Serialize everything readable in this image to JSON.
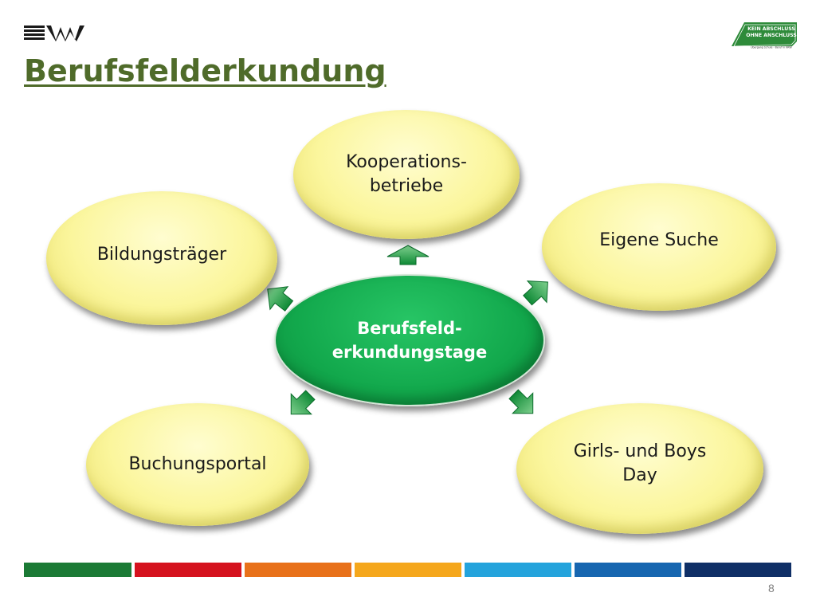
{
  "slide": {
    "title": "Berufsfelderkundung",
    "page_number": "8"
  },
  "logos": {
    "left_icon": "organization-logo-icon",
    "right_icon": "kein-abschluss-ohne-anschluss-logo-icon",
    "right_line1": "KEIN ABSCHLUSS",
    "right_line2": "OHNE ANSCHLUSS",
    "right_tagline": "Übergang Schule - Beruf in NRW"
  },
  "diagram": {
    "center": {
      "label": "Berufsfeld-\nerkundungstage"
    },
    "nodes": [
      {
        "id": "kooperationsbetriebe",
        "label": "Kooperations-\nbetriebe"
      },
      {
        "id": "eigene-suche",
        "label": "Eigene Suche"
      },
      {
        "id": "girls-boys-day",
        "label": "Girls- und Boys\nDay"
      },
      {
        "id": "buchungsportal",
        "label": "Buchungsportal"
      },
      {
        "id": "bildungstraeger",
        "label": "Bildungsträger"
      }
    ]
  },
  "colors": {
    "title": "#4f6b2a",
    "center_fill": "#12a84c",
    "node_fill": "#fbf69d",
    "arrow": "#1aa64b",
    "footer_bars": [
      "#1b7a35",
      "#d5121e",
      "#e8711a",
      "#f5a71c",
      "#24a3dc",
      "#1766b0",
      "#0f2f66"
    ]
  }
}
